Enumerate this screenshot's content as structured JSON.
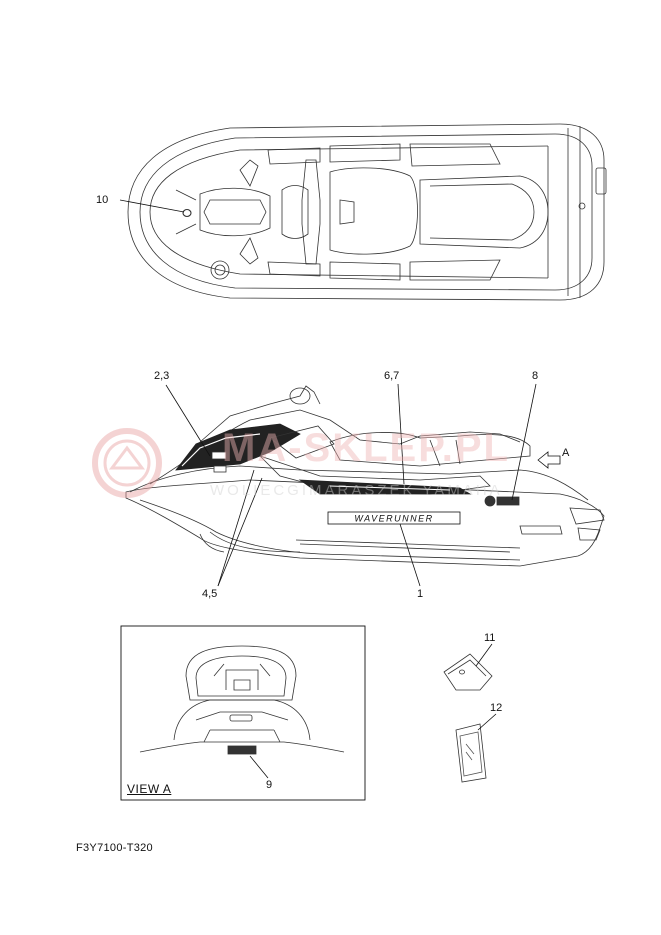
{
  "callouts": {
    "c10": "10",
    "c23": "2,3",
    "c67": "6,7",
    "c8": "8",
    "cA": "A",
    "c45": "4,5",
    "c1": "1",
    "c11": "11",
    "c12": "12",
    "c9": "9"
  },
  "view_label": "VIEW A",
  "part_code": "F3Y7100-T320",
  "watermark": {
    "main_text": "MA-SKLEP.PL",
    "sub_text": "WOLIECGIMARASZEK YAMAHA",
    "color": "#e8a0a0"
  },
  "decal_text": "WAVERUNNER"
}
